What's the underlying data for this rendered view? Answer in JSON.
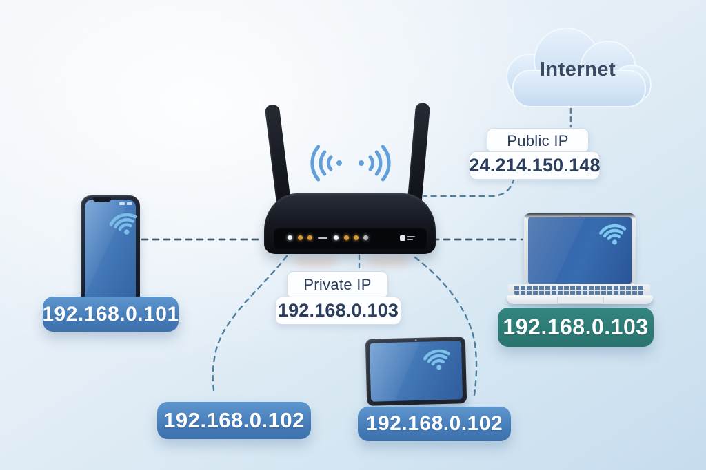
{
  "internet": {
    "label": "Internet"
  },
  "public_ip": {
    "title": "Public IP",
    "value": "24.214.150.148"
  },
  "private_ip": {
    "title": "Private IP",
    "value": "192.168.0.103"
  },
  "device_ips": {
    "phone": "192.168.0.101",
    "bottom_device": "192.168.0.102",
    "tablet": "192.168.0.102",
    "laptop": "192.168.0.103"
  },
  "icons": {
    "wifi": "wifi-icon",
    "cloud": "cloud-icon",
    "router_leds": "led-indicators",
    "wifi_waves": "wifi-waves-icon"
  },
  "colors": {
    "badge_blue": "#4c84c0",
    "badge_teal": "#2e7d78",
    "dash_line": "#476a84",
    "wifi_blue": "#79bde8",
    "cloud_fill": "#cfe2f4",
    "text_navy": "#2c3e5d",
    "router_black": "#14161d",
    "background_blue": "#c6dcee"
  }
}
